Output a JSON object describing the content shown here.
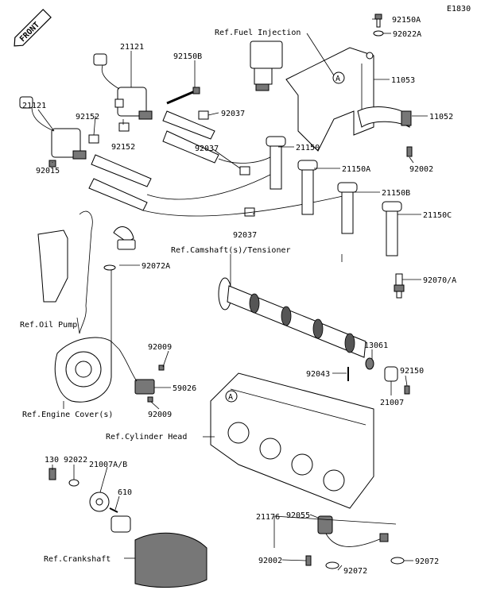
{
  "diagram_id": "E1830",
  "front_label": "FRONT",
  "reference_labels": {
    "fuel_injection": "Ref.Fuel Injection",
    "camshaft_tensioner": "Ref.Camshaft(s)/Tensioner",
    "oil_pump": "Ref.Oil Pump",
    "engine_cover": "Ref.Engine Cover(s)",
    "cylinder_head": "Ref.Cylinder Head",
    "crankshaft": "Ref.Crankshaft"
  },
  "callout_marker": "A",
  "parts": [
    {
      "id": "p21121a",
      "number": "21121"
    },
    {
      "id": "p21121b",
      "number": "21121"
    },
    {
      "id": "p92150b",
      "number": "92150B"
    },
    {
      "id": "p92152a",
      "number": "92152"
    },
    {
      "id": "p92152b",
      "number": "92152"
    },
    {
      "id": "p92015",
      "number": "92015"
    },
    {
      "id": "p92037a",
      "number": "92037"
    },
    {
      "id": "p92037b",
      "number": "92037"
    },
    {
      "id": "p92037c",
      "number": "92037"
    },
    {
      "id": "p21150",
      "number": "21150"
    },
    {
      "id": "p21150a",
      "number": "21150A"
    },
    {
      "id": "p21150b",
      "number": "21150B"
    },
    {
      "id": "p21150c",
      "number": "21150C"
    },
    {
      "id": "p92150a",
      "number": "92150A"
    },
    {
      "id": "p92022a",
      "number": "92022A"
    },
    {
      "id": "p11053",
      "number": "11053"
    },
    {
      "id": "p11052",
      "number": "11052"
    },
    {
      "id": "p92002a",
      "number": "92002"
    },
    {
      "id": "p92072a",
      "number": "92072A"
    },
    {
      "id": "p92070a",
      "number": "92070/A"
    },
    {
      "id": "p92009a",
      "number": "92009"
    },
    {
      "id": "p59026",
      "number": "59026"
    },
    {
      "id": "p92009b",
      "number": "92009"
    },
    {
      "id": "p13061",
      "number": "13061"
    },
    {
      "id": "p92043",
      "number": "92043"
    },
    {
      "id": "p92150",
      "number": "92150"
    },
    {
      "id": "p21007",
      "number": "21007"
    },
    {
      "id": "p130",
      "number": "130"
    },
    {
      "id": "p92022",
      "number": "92022"
    },
    {
      "id": "p21007ab",
      "number": "21007A/B"
    },
    {
      "id": "p610",
      "number": "610"
    },
    {
      "id": "p21176",
      "number": "21176"
    },
    {
      "id": "p92055",
      "number": "92055"
    },
    {
      "id": "p92002b",
      "number": "92002"
    },
    {
      "id": "p92072b",
      "number": "92072"
    },
    {
      "id": "p92072c",
      "number": "92072"
    }
  ]
}
